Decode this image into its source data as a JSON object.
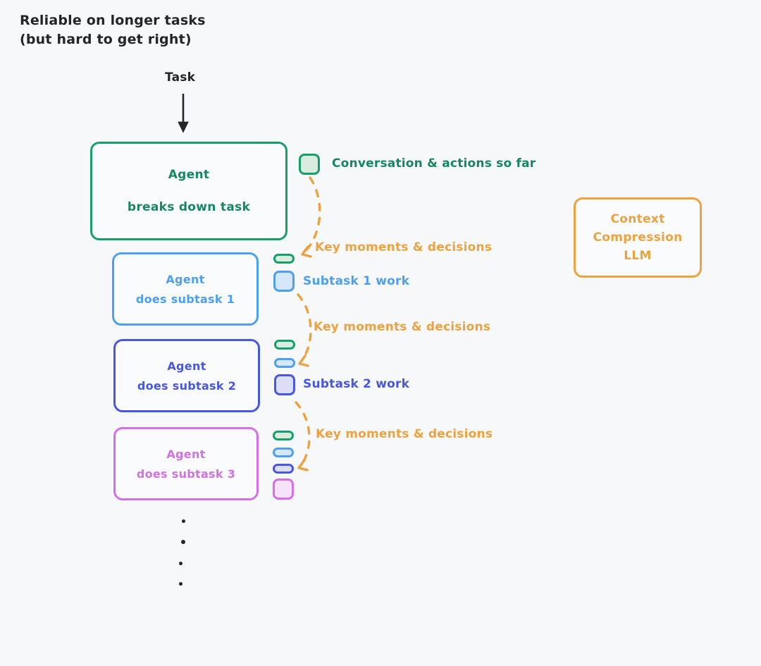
{
  "heading": {
    "line1": "Reliable on longer tasks",
    "line2": "(but hard to get right)"
  },
  "task": {
    "label": "Task",
    "arrow_icon": "down-arrow-icon"
  },
  "boxes": {
    "main": {
      "line1": "Agent",
      "line2": "breaks down task",
      "color": "#16885f"
    },
    "sub1": {
      "line1": "Agent",
      "line2": "does subtask 1",
      "color": "#4d9fef"
    },
    "sub2": {
      "line1": "Agent",
      "line2": "does subtask 2",
      "color": "#4757e0"
    },
    "sub3": {
      "line1": "Agent",
      "line2": "does subtask 3",
      "color": "#d46fe8"
    },
    "context_compression": {
      "line1": "Context",
      "line2": "Compression",
      "line3": "LLM",
      "color": "#eda23f"
    }
  },
  "labels": {
    "conversation": "Conversation & actions so far",
    "subtask1_work": "Subtask 1 work",
    "subtask2_work": "Subtask 2 work",
    "key_moments_1": "Key moments & decisions",
    "key_moments_2": "Key moments & decisions",
    "key_moments_3": "Key moments & decisions"
  },
  "chips": {
    "green_full": "context-chip-green-full",
    "green_pill": "context-chip-green-compressed",
    "blue_full": "context-chip-blue-full",
    "blue_pill": "context-chip-blue-compressed",
    "indigo_full": "context-chip-indigo-full",
    "indigo_pill": "context-chip-indigo-compressed",
    "pink_full": "context-chip-pink-full"
  },
  "palette": {
    "background": "#f7f8fa",
    "green": "#15a06a",
    "blue": "#4d9fef",
    "indigo": "#4757e0",
    "pink": "#d46fe8",
    "orange": "#eda23f",
    "ink": "#22252a"
  },
  "ellipsis": {
    "name": "vertical-ellipsis",
    "count": 4
  }
}
